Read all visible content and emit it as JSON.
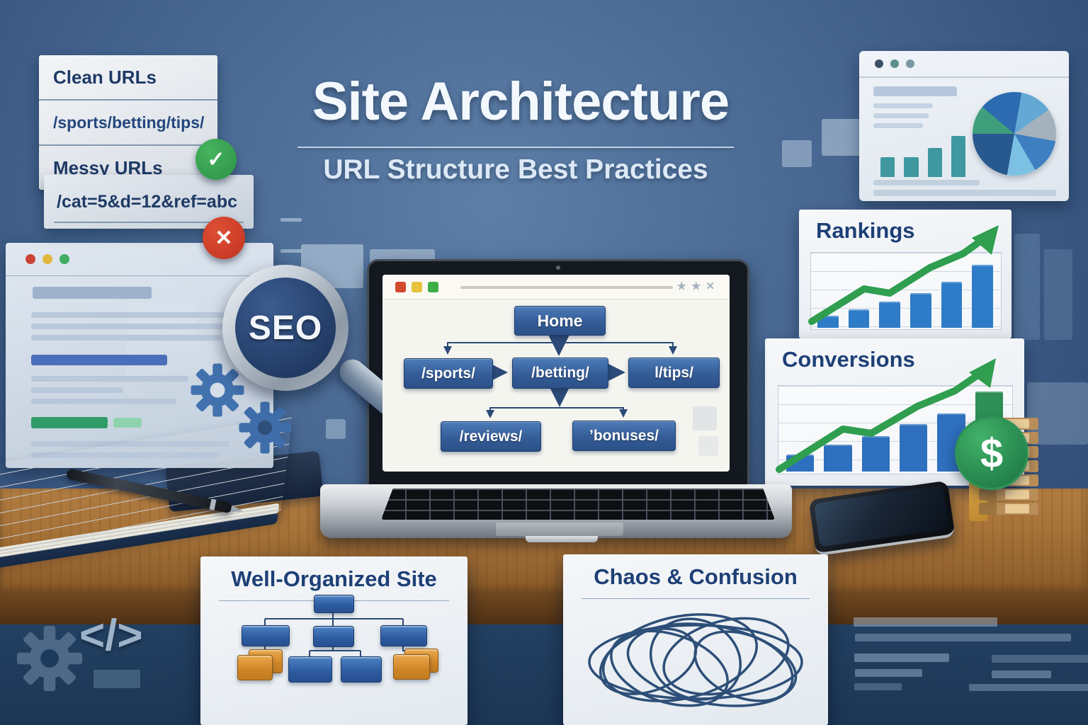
{
  "header": {
    "title": "Site Architecture",
    "subtitle": "URL Structure Best Practices"
  },
  "url_comparison": {
    "clean_label": "Clean URLs",
    "clean_url": "/sports/betting/tips/",
    "messy_label": "Messy URLs",
    "messy_url": "/cat=5&d=12&ref=abc",
    "check_glyph": "✓",
    "cross_glyph": "✕"
  },
  "seo_magnifier": {
    "label": "SEO"
  },
  "laptop_sitemap": {
    "home": "Home",
    "level1": [
      "/sports/",
      "/betting/",
      "l/tips/"
    ],
    "level2": [
      "/reviews/",
      "ʼbonuses/"
    ],
    "chrome": {
      "star": "★",
      "star2": "★",
      "close": "✕"
    }
  },
  "rankings_card": {
    "title": "Rankings"
  },
  "conversions_card": {
    "title": "Conversions"
  },
  "money": {
    "dollar": "$"
  },
  "organized_card": {
    "title": "Well-Organized Site"
  },
  "chaos_card": {
    "title": "Chaos & Confusion"
  },
  "code_icon": {
    "glyph": "</>"
  },
  "colors": {
    "accent_blue": "#2e7cc7",
    "accent_green": "#2f9e4f",
    "navy_text": "#1e4077",
    "check_green": "#2c9247",
    "cross_red": "#c23322",
    "orange_node": "#cf8526"
  },
  "chart_data": [
    {
      "type": "bar",
      "title": "Rankings",
      "values": [
        16,
        25,
        35,
        47,
        62,
        85
      ],
      "bar_color": "#2e7cc7",
      "trend": "up",
      "trend_color": "#2f9e4f",
      "grid": true
    },
    {
      "type": "bar",
      "title": "Conversions",
      "values": [
        20,
        32,
        42,
        56,
        68,
        94
      ],
      "bar_color": "#2e6fbe",
      "colors": [
        "#2e6fbe",
        "#2e6fbe",
        "#2e6fbe",
        "#2e6fbe",
        "#2e6fbe",
        "#2e8f57"
      ],
      "trend": "up",
      "trend_color": "#2f9e4f",
      "grid": true
    },
    {
      "type": "bar",
      "title": "browser-mini-bars",
      "values": [
        45,
        45,
        66,
        94
      ],
      "bar_color": "#3f98a0"
    },
    {
      "type": "pie",
      "title": "browser-mini-pie",
      "slices": [
        {
          "color": "#3f9e7c",
          "value": 40
        },
        {
          "color": "#2d6bb0",
          "value": 60
        },
        {
          "color": "#63a9d4",
          "value": 45
        },
        {
          "color": "#a4b2bd",
          "value": 45
        },
        {
          "color": "#3d7fc1",
          "value": 50
        },
        {
          "color": "#7cc1e4",
          "value": 40
        },
        {
          "color": "#27598f",
          "value": 80
        }
      ]
    }
  ]
}
